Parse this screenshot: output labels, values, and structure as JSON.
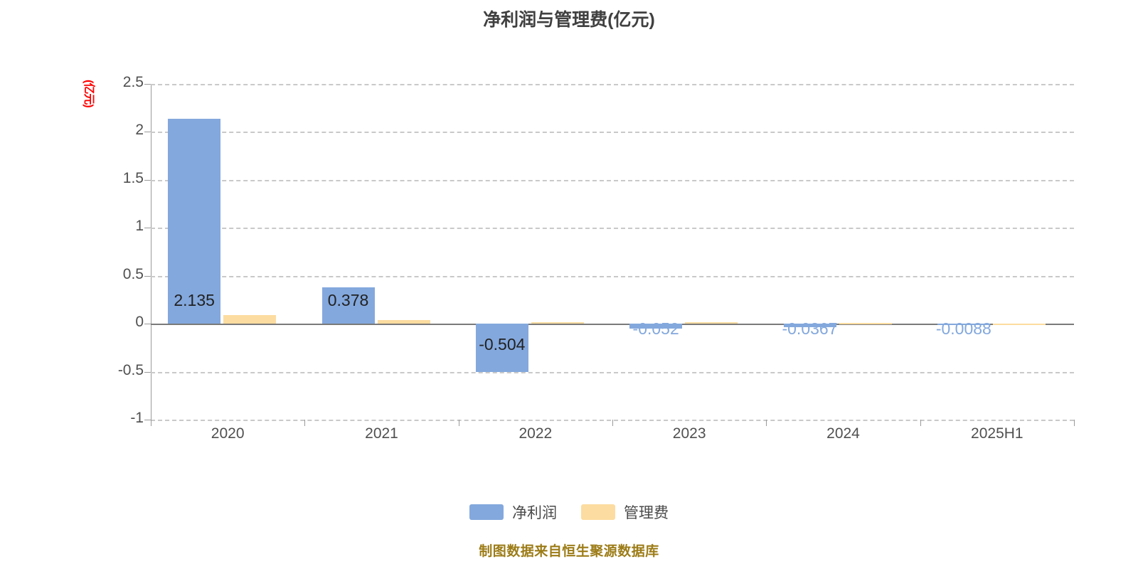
{
  "chart_data": {
    "type": "bar",
    "title": "净利润与管理费(亿元)",
    "xlabel": "",
    "ylabel": "(亿元)",
    "categories": [
      "2020",
      "2021",
      "2022",
      "2023",
      "2024",
      "2025H1"
    ],
    "series": [
      {
        "name": "净利润",
        "color": "#83a8dd",
        "values": [
          2.135,
          0.378,
          -0.504,
          -0.052,
          -0.0367,
          -0.0088
        ],
        "labels": [
          "2.135",
          "0.378",
          "-0.504",
          "-0.052",
          "-0.0367",
          "-0.0088"
        ]
      },
      {
        "name": "管理费",
        "color": "#fcdca0",
        "values": [
          0.0885,
          0.0345,
          0.017,
          0.0123,
          0.0096,
          0.0042
        ],
        "labels": [
          "",
          "",
          "",
          "",
          "",
          ""
        ]
      }
    ],
    "ylim": [
      -1,
      2.5
    ],
    "yticks": [
      "2.5",
      "2",
      "1.5",
      "1",
      "0.5",
      "0",
      "-0.5",
      "-1"
    ],
    "ytick_values": [
      2.5,
      2,
      1.5,
      1,
      0.5,
      0,
      -0.5,
      -1
    ],
    "grid": true,
    "legend_position": "bottom"
  },
  "footer": {
    "note": "制图数据来自恒生聚源数据库"
  }
}
